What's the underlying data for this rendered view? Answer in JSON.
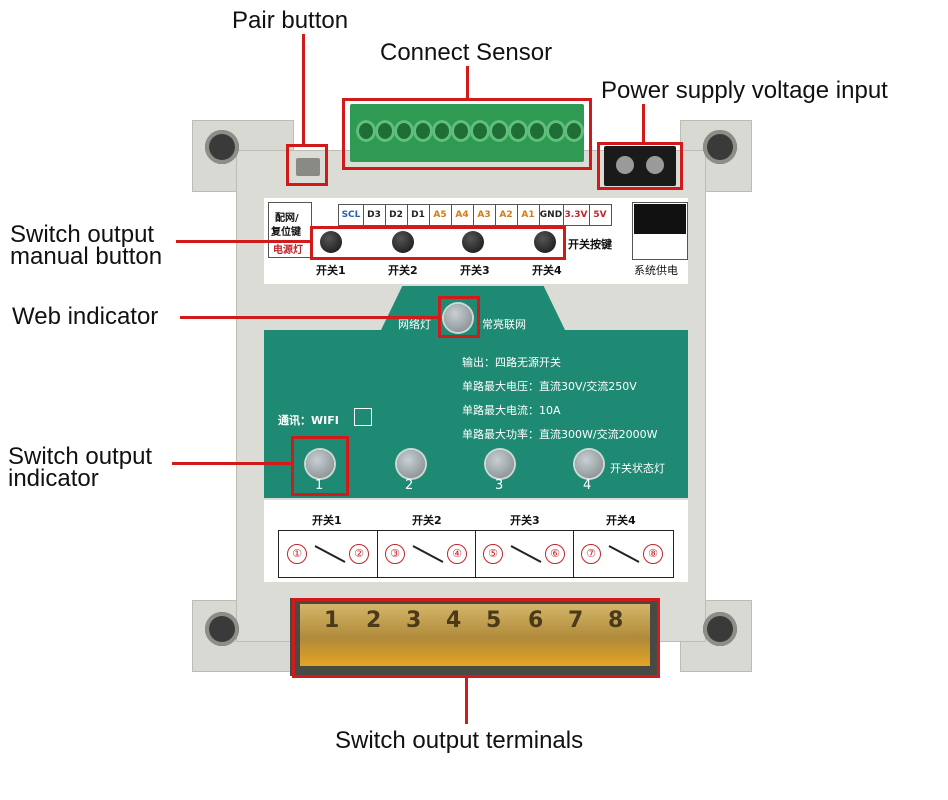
{
  "callouts": {
    "pair_button": "Pair button",
    "connect_sensor": "Connect Sensor",
    "power_supply": "Power supply voltage input",
    "manual_button": "Switch output\nmanual button",
    "web_indicator": "Web indicator",
    "output_indicator": "Switch output\nindicator",
    "output_terminals": "Switch output terminals"
  },
  "device": {
    "pair_label_line1": "配网/",
    "pair_label_line2": "复位键",
    "power_light_label": "电源灯",
    "pins": [
      "SCL",
      "D3",
      "D2",
      "D1",
      "A5",
      "A4",
      "A3",
      "A2",
      "A1",
      "GND",
      "3.3V",
      "5V"
    ],
    "switch_keys_label": "开关按键",
    "system_power_label": "系统供电",
    "button_labels": [
      "开关1",
      "开关2",
      "开关3",
      "开关4"
    ],
    "network_light_label": "网络灯",
    "always_on_label": "常亮联网",
    "specs": [
      "输出：四路无源开关",
      "单路最大电压：直流30V/交流250V",
      "单路最大电流：10A",
      "单路最大功率：直流300W/交流2000W"
    ],
    "comm_label": "通讯：WIFI",
    "led_numbers": [
      "1",
      "2",
      "3",
      "4"
    ],
    "switch_status_label": "开关状态灯",
    "terminal_headers": [
      "开关1",
      "开关2",
      "开关3",
      "开关4"
    ],
    "terminal_pairs": [
      [
        "①",
        "②"
      ],
      [
        "③",
        "④"
      ],
      [
        "⑤",
        "⑥"
      ],
      [
        "⑦",
        "⑧"
      ]
    ],
    "terminal_numbers": [
      "1",
      "2",
      "3",
      "4",
      "5",
      "6",
      "7",
      "8"
    ]
  },
  "colors": {
    "annotation_red": "#d11a1a",
    "panel_teal": "#1e8a73",
    "terminal_green": "#2f9b52"
  }
}
